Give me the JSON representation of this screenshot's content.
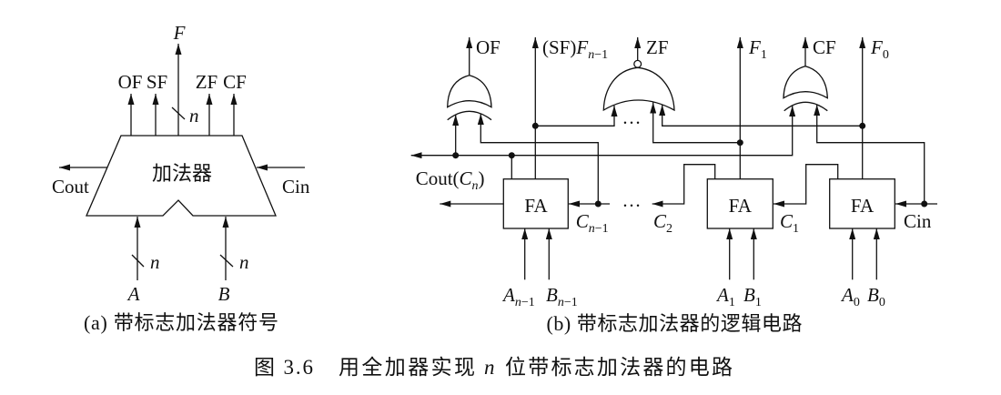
{
  "colors": {
    "ink": "#111111",
    "background": "#ffffff"
  },
  "figure": {
    "number": "图 3.6",
    "title_before": "用全加器实现",
    "title_var": "n",
    "title_after": "位带标志加法器的电路"
  },
  "panel_a": {
    "caption": "(a) 带标志加法器符号",
    "block_label": "加法器",
    "result_output": "F",
    "result_bus_width": "n",
    "flag_outputs": [
      "OF",
      "SF",
      "ZF",
      "CF"
    ],
    "carry_out": "Cout",
    "carry_in": "Cin",
    "inputs": [
      {
        "name": "A",
        "bus_width": "n"
      },
      {
        "name": "B",
        "bus_width": "n"
      }
    ]
  },
  "panel_b": {
    "caption": "(b) 带标志加法器的逻辑电路",
    "outputs": {
      "overflow": "OF",
      "sign": {
        "prefix": "(SF)",
        "main": "F",
        "sub_var": "n",
        "sub_num": "−1"
      },
      "zero": "ZF",
      "f1": {
        "main": "F",
        "sub_num": "1"
      },
      "carry": "CF",
      "f0": {
        "main": "F",
        "sub_num": "0"
      }
    },
    "carry_out": {
      "prefix": "Cout(",
      "main": "C",
      "sub_var": "n",
      "suffix": ")"
    },
    "full_adders": [
      {
        "label": "FA",
        "input_a": {
          "main": "A",
          "sub_var": "n",
          "sub_num": "−1"
        },
        "input_b": {
          "main": "B",
          "sub_var": "n",
          "sub_num": "−1"
        },
        "carry_in": {
          "main": "C",
          "sub_var": "n",
          "sub_num": "−1"
        }
      },
      {
        "label": "FA",
        "input_a": {
          "main": "A",
          "sub_num": "1"
        },
        "input_b": {
          "main": "B",
          "sub_num": "1"
        },
        "carry_in": {
          "main": "C",
          "sub_num": "1"
        }
      },
      {
        "label": "FA",
        "input_a": {
          "main": "A",
          "sub_num": "0"
        },
        "input_b": {
          "main": "B",
          "sub_num": "0"
        },
        "carry_in": {
          "text": "Cin"
        }
      }
    ],
    "intermediate_carry": {
      "main": "C",
      "sub_num": "2"
    },
    "ellipsis": "…"
  }
}
